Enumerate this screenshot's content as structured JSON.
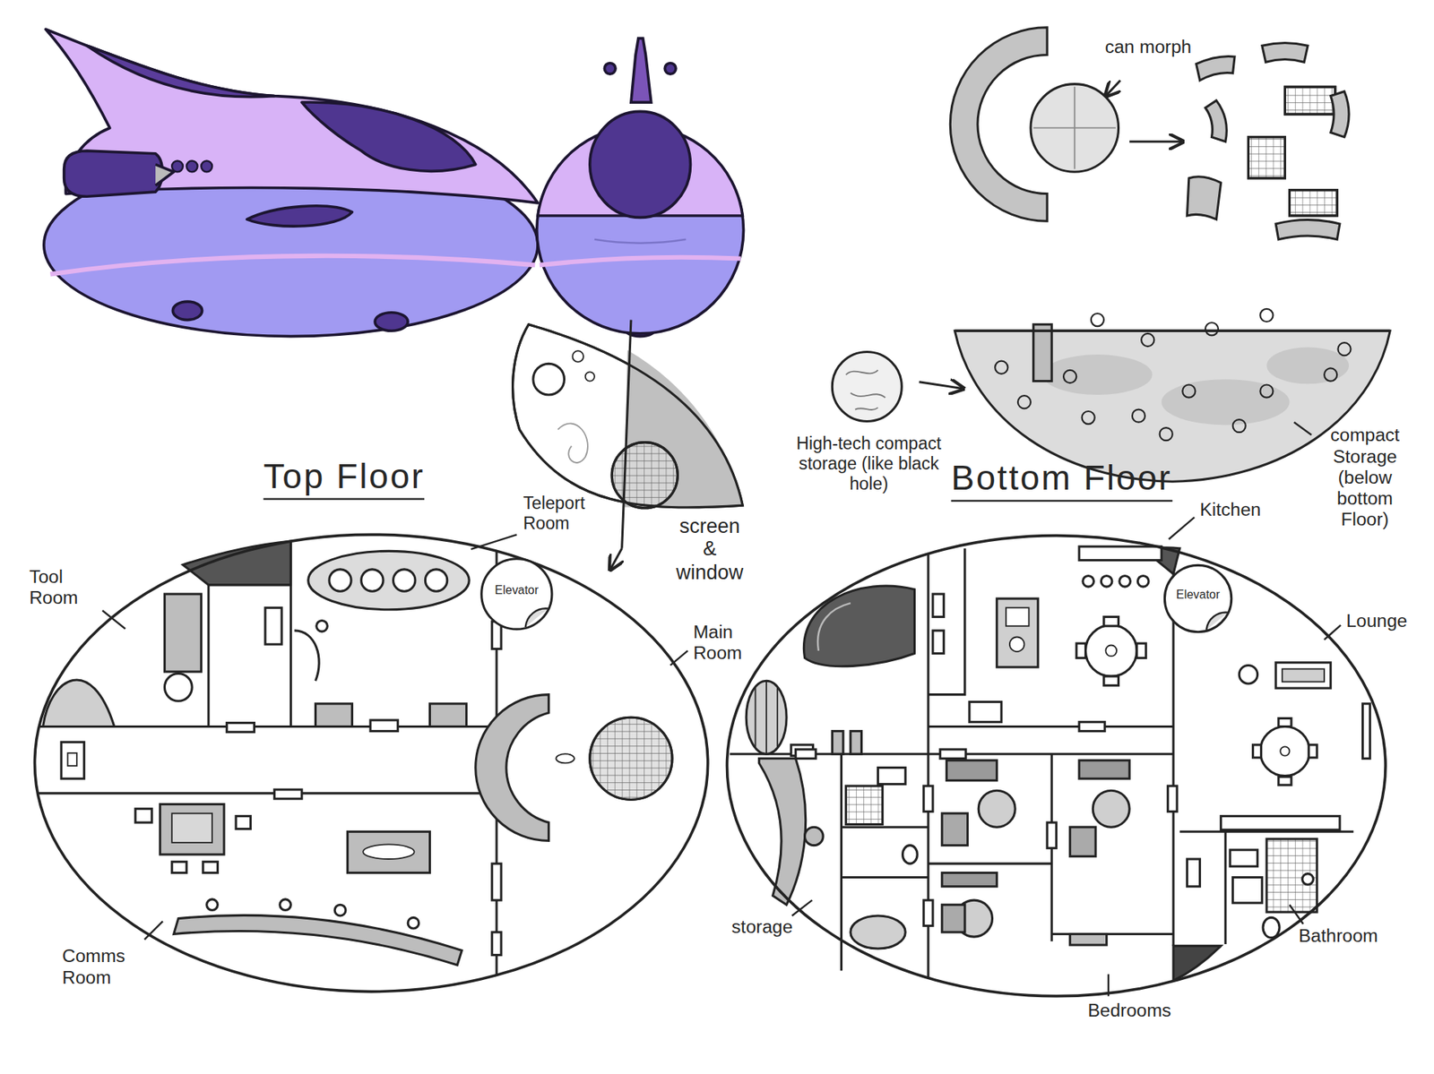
{
  "diagram": {
    "nodes": [
      {
        "text": [
          "Top Floor"
        ]
      },
      {
        "text": [
          "Elevator"
        ],
        "in": 0
      },
      {
        "text": [
          "Bottom Floor"
        ]
      },
      {
        "text": [
          "Elevator"
        ],
        "in": 2
      }
    ],
    "labels": [
      "can morph",
      "screen & window",
      "High-tech compact storage (like black hole)",
      "compact Storage (below bottom Floor)",
      "Teleport Room",
      "Tool Room",
      "Main Room",
      "Kitchen",
      "Lounge",
      "Comms Room",
      "storage",
      "Bathroom",
      "Bedrooms"
    ]
  }
}
